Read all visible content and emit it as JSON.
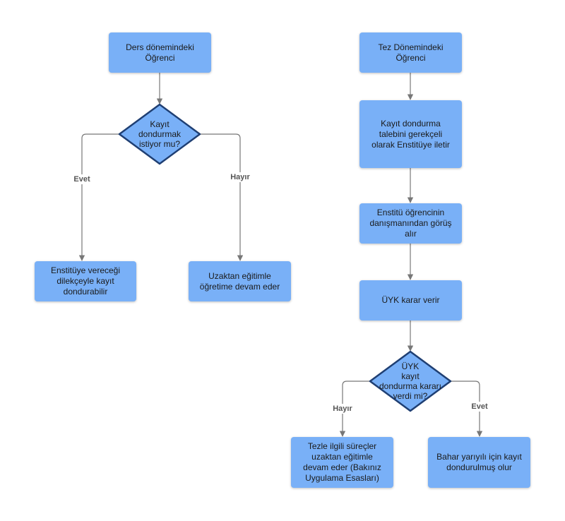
{
  "nodes": {
    "ders_ogrenci": "Ders dönemindeki\nÖğrenci",
    "ders_karar": "Kayıt\ndondurmak\nistiyor mu?",
    "ders_evet": "Enstitüye vereceği\ndilekçeyle kayıt\ndondurabilir",
    "ders_hayir": "Uzaktan eğitimle\nöğretime devam eder",
    "tez_ogrenci": "Tez Dönemindeki\nÖğrenci",
    "tez_talep": "Kayıt dondurma\ntalebini gerekçeli\nolarak Enstitüye iletir",
    "tez_gorus": "Enstitü öğrencinin\ndanışmanından görüş\nalır",
    "tez_uyk": "ÜYK karar verir",
    "tez_karar": "ÜYK\nkayıt\ndondurma kararı\nverdi mi?",
    "tez_hayir": "Tezle ilgili süreçler\nuzaktan eğitimle\ndevam eder (Bakınız\nUygulama Esasları)",
    "tez_evet": "Bahar yarıyılı için kayıt\ndondurulmuş olur"
  },
  "edge_labels": {
    "ders_evet": "Evet",
    "ders_hayir": "Hayır",
    "tez_hayir": "Hayır",
    "tez_evet": "Evet"
  },
  "colors": {
    "box_fill": "#79b0f7",
    "diamond_fill": "#79b0f7",
    "diamond_stroke": "#1f3f73",
    "connector": "#777777"
  }
}
